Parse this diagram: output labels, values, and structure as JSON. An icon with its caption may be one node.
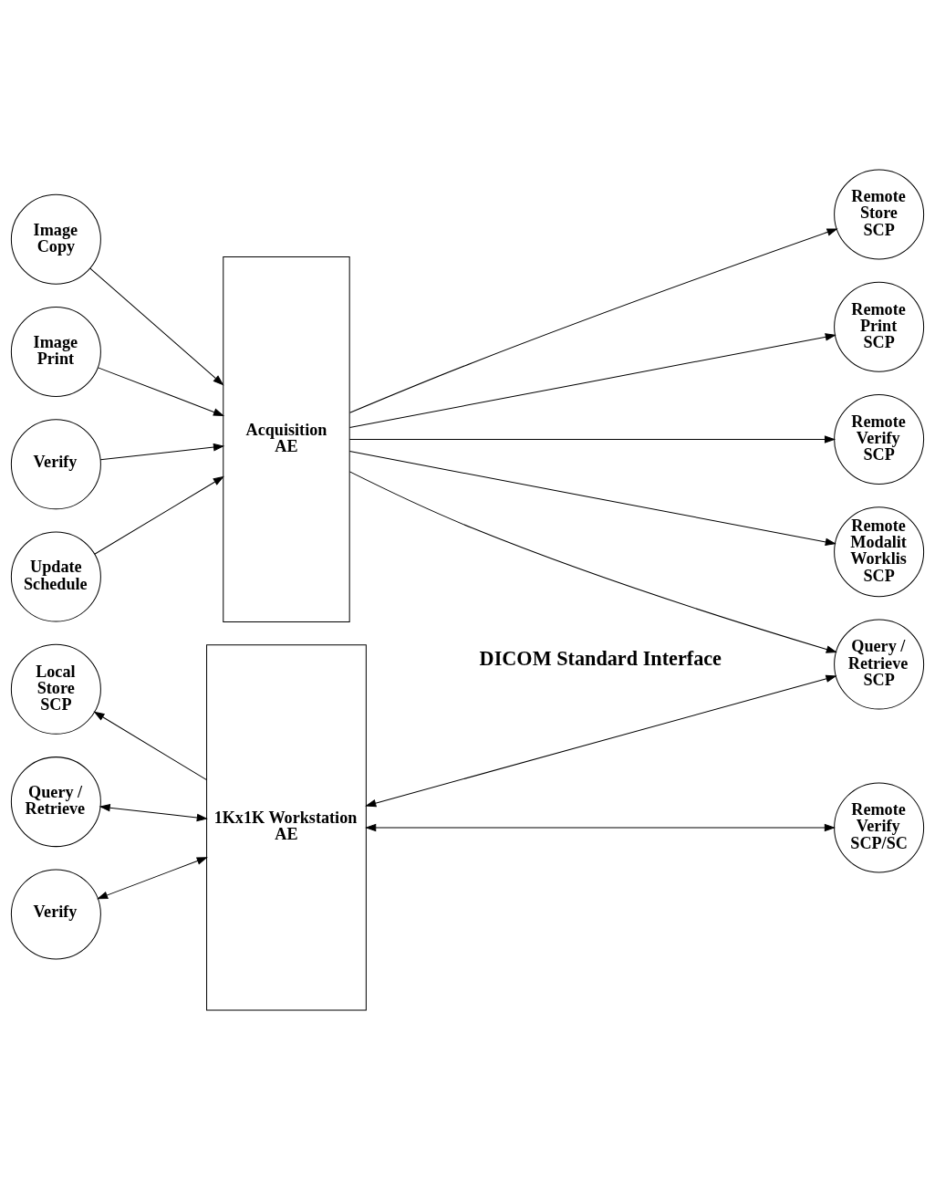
{
  "diagram": {
    "nodes": [
      {
        "text": [
          "Image Copy"
        ]
      },
      {
        "text": [
          "Image Print"
        ]
      },
      {
        "text": [
          "Verify"
        ]
      },
      {
        "text": [
          "Update Schedule"
        ]
      },
      {
        "text": [
          "Acquisition AE"
        ]
      },
      {
        "text": [
          "Remote Store SCP"
        ]
      },
      {
        "text": [
          "Remote Print SCP"
        ]
      },
      {
        "text": [
          "Remote Verify SCP"
        ]
      },
      {
        "text": [
          "Remote Modalit Worklis SCP"
        ]
      },
      {
        "text": [
          "Local Store SCP"
        ]
      },
      {
        "text": [
          "Query / Retrieve"
        ]
      },
      {
        "text": [
          "Verify"
        ]
      },
      {
        "text": [
          "1Kx1K Workstation AE"
        ]
      },
      {
        "text": [
          "Query / Retrieve SCP"
        ]
      },
      {
        "text": [
          "Remote Verify SCP/SC"
        ]
      }
    ],
    "edges": [
      {
        "from": 0,
        "to": 4,
        "arrow": "to"
      },
      {
        "from": 1,
        "to": 4,
        "arrow": "to"
      },
      {
        "from": 2,
        "to": 4,
        "arrow": "to"
      },
      {
        "from": 3,
        "to": 4,
        "arrow": "to"
      },
      {
        "from": 4,
        "to": 5,
        "arrow": "to"
      },
      {
        "from": 4,
        "to": 6,
        "arrow": "to"
      },
      {
        "from": 4,
        "to": 7,
        "arrow": "to"
      },
      {
        "from": 4,
        "to": 8,
        "arrow": "to"
      },
      {
        "from": 4,
        "to": 13,
        "arrow": "to"
      },
      {
        "from": 12,
        "to": 9,
        "arrow": "to"
      },
      {
        "from": 10,
        "to": 12,
        "arrow": "both"
      },
      {
        "from": 12,
        "to": 13,
        "arrow": "both"
      },
      {
        "from": 11,
        "to": 12,
        "arrow": "both"
      },
      {
        "from": 12,
        "to": 14,
        "arrow": "both"
      }
    ],
    "labels": [
      "DICOM Standard Interface"
    ]
  }
}
